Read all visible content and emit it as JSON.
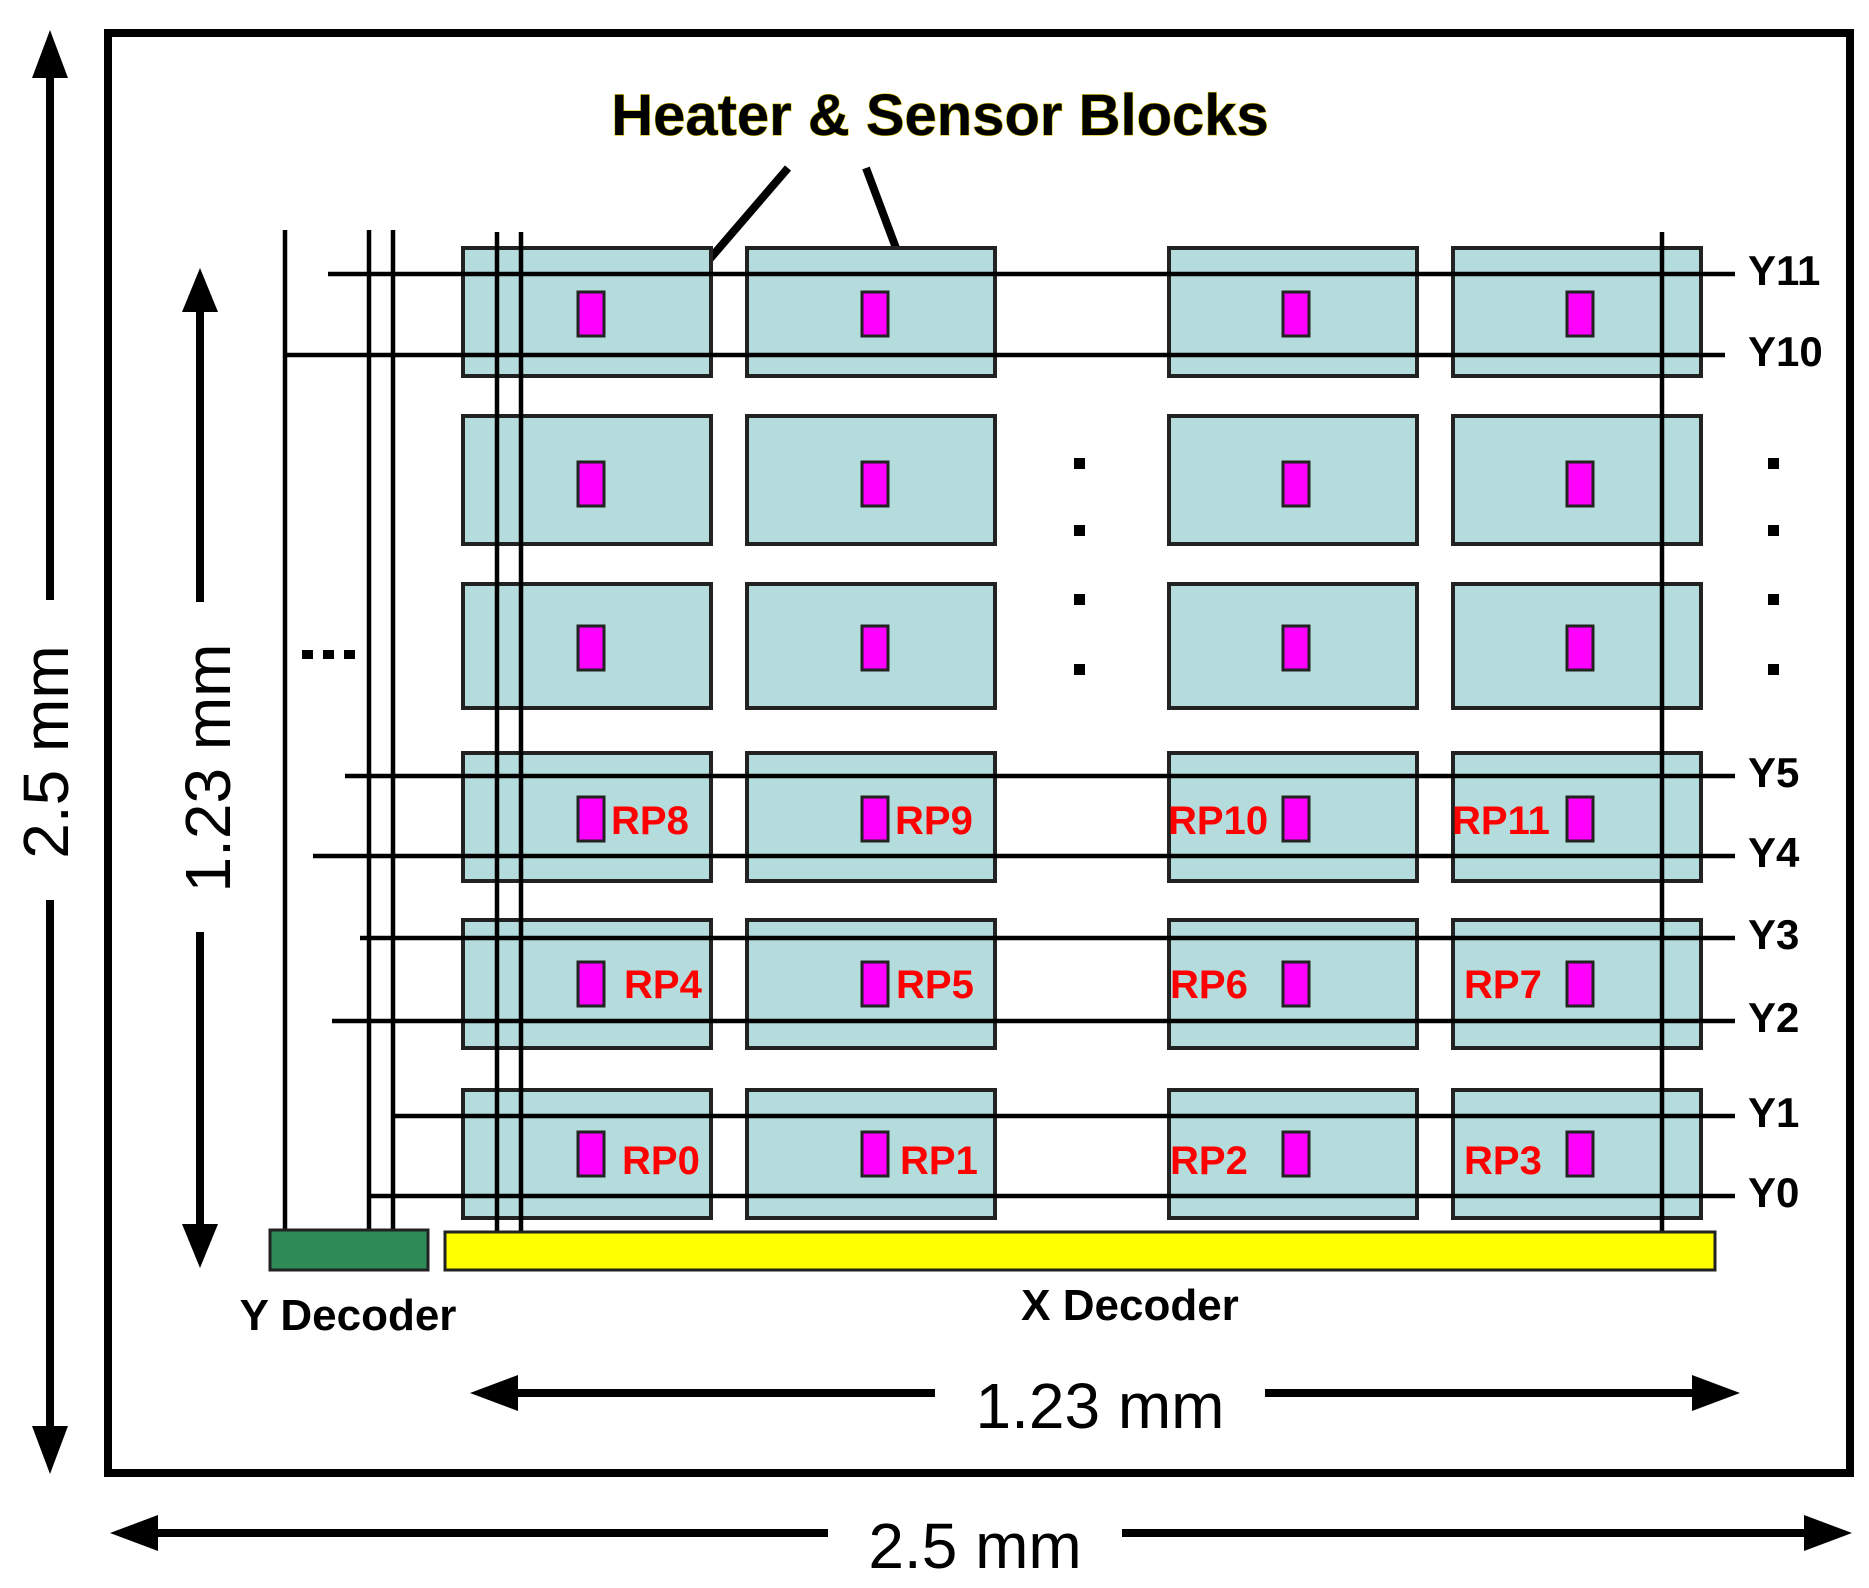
{
  "diagram": {
    "title": "Heater & Sensor Blocks",
    "dimensions": {
      "chip_width": "2.5 mm",
      "chip_height": "2.5 mm",
      "array_width": "1.23 mm",
      "array_height": "1.23 mm"
    },
    "decoders": {
      "y_decoder": "Y Decoder",
      "x_decoder": "X Decoder",
      "y_decoder_color": "#2e8b57",
      "x_decoder_color": "#ffff00"
    },
    "row_lines": [
      "Y11",
      "Y10",
      "Y5",
      "Y4",
      "Y3",
      "Y2",
      "Y1",
      "Y0"
    ],
    "rp_labels": [
      "RP0",
      "RP1",
      "RP2",
      "RP3",
      "RP4",
      "RP5",
      "RP6",
      "RP7",
      "RP8",
      "RP9",
      "RP10",
      "RP11"
    ],
    "colors": {
      "block_fill": "#b5dcdc",
      "sensor_pad": "#ff00ff",
      "rp_label": "#ff0000"
    }
  }
}
